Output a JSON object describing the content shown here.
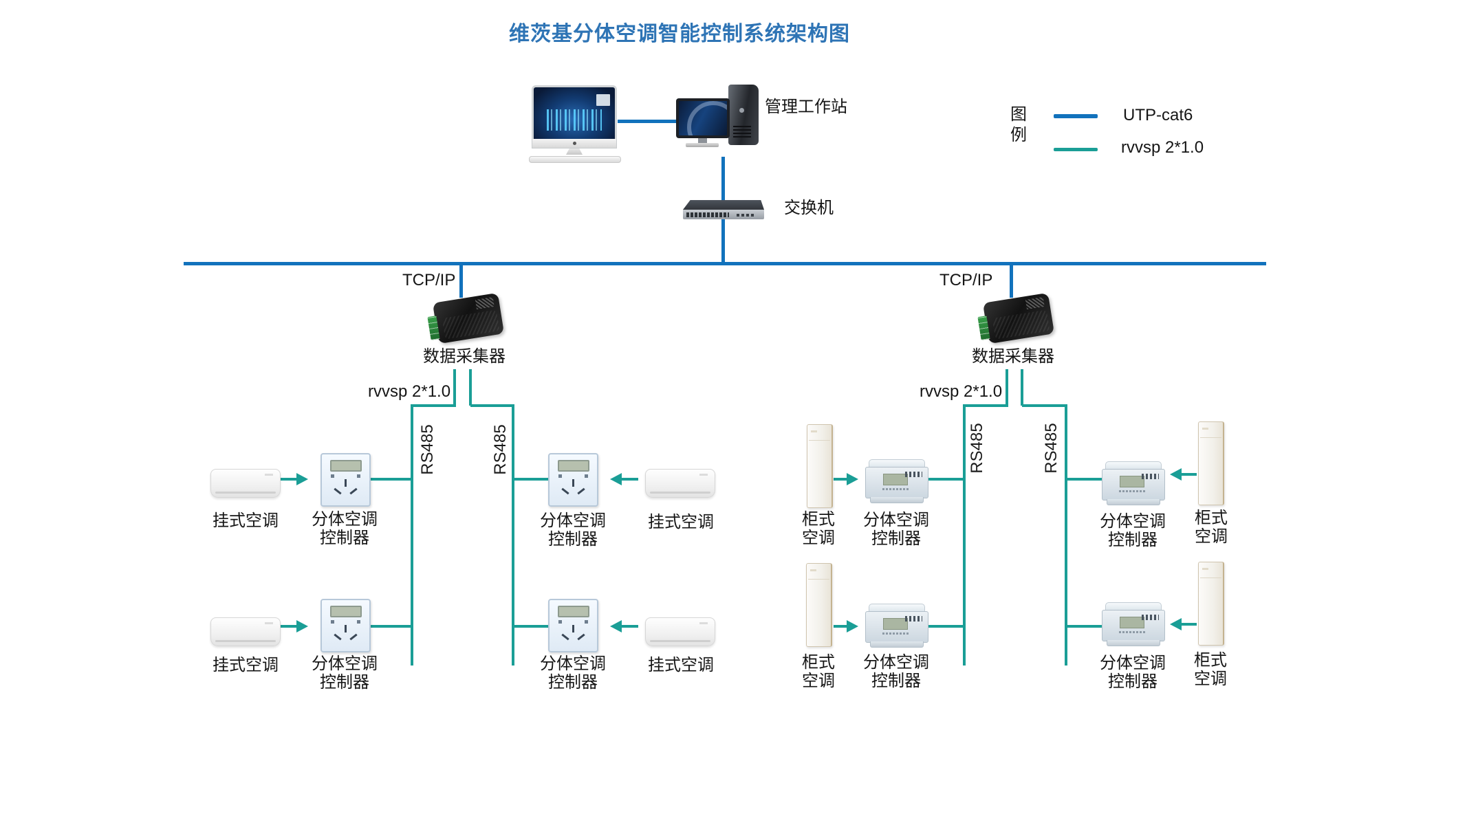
{
  "title": "维茨基分体空调智能控制系统架构图",
  "legend": {
    "heading": "图\n例",
    "items": [
      {
        "label": "UTP-cat6",
        "color": "#1272BC"
      },
      {
        "label": "rvvsp 2*1.0",
        "color": "#1A9E96"
      }
    ]
  },
  "colors": {
    "utp_blue": "#1272BC",
    "rvvsp_teal": "#1A9E96",
    "title_blue": "#2E74B5"
  },
  "nodes": {
    "workstation": "管理工作站",
    "switch": "交换机",
    "collector": "数据采集器",
    "wall_ac": "挂式空调",
    "cabinet_ac": "柜式\n空调",
    "split_controller": "分体空调\n控制器"
  },
  "links": {
    "tcpip": "TCP/IP",
    "rvvsp": "rvvsp 2*1.0",
    "rs485": "RS485"
  }
}
